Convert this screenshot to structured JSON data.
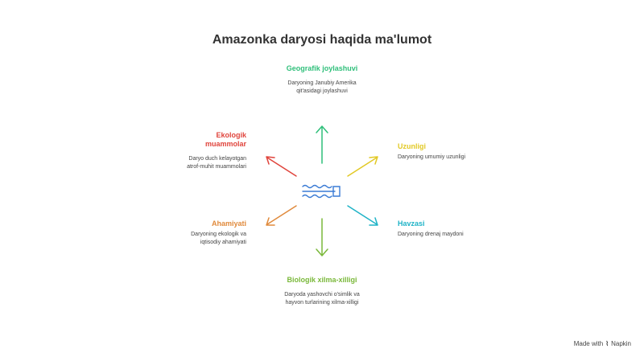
{
  "title": "Amazonka daryosi haqida ma'lumot",
  "nodes": {
    "geo": {
      "head": "Geografik joylashuvi",
      "desc": "Daryoning Janubiy Amerika qit'asidagi joylashuvi",
      "color": "#2fbf7a"
    },
    "length": {
      "head": "Uzunligi",
      "desc": "Daryoning umumiy uzunligi",
      "color": "#e2c925"
    },
    "basin": {
      "head": "Havzasi",
      "desc": "Daryoning drenaj maydoni",
      "color": "#1fb3c7"
    },
    "bio": {
      "head": "Biologik xilma-xilligi",
      "desc": "Daryoda yashovchi o'simlik va hayvon turlarining xilma-xilligi",
      "color": "#7ab83a"
    },
    "importance": {
      "head": "Ahamiyati",
      "desc": "Daryoning ekologik va iqtisodiy ahamiyati",
      "color": "#e08a3c"
    },
    "eco": {
      "head": "Ekologik muammolar",
      "desc": "Daryo duch kelayotgan atrof-muhit muammolari",
      "color": "#e0443c"
    }
  },
  "center_icon": "river-waves-icon",
  "credit": {
    "made_with": "Made with",
    "brand": "Napkin"
  }
}
